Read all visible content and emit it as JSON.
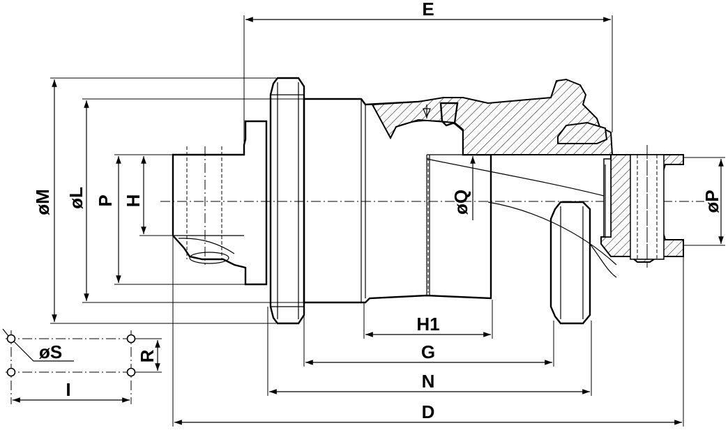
{
  "labels": {
    "E": "E",
    "M": "øM",
    "L": "øL",
    "P_left": "P",
    "H": "H",
    "Q": "øQ",
    "P_right": "øP",
    "H1": "H1",
    "G": "G",
    "N": "N",
    "D": "D",
    "S": "øS",
    "R": "R",
    "I": "I"
  }
}
